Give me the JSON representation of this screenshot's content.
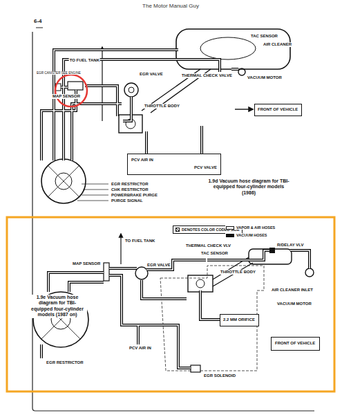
{
  "diagram": {
    "title": "The Motor Manual Guy",
    "nodes": [
      {
        "text": [
          "FRONT OF VEHICLE"
        ]
      },
      {
        "text": [
          "PCV AIR IN",
          "PCV VALVE"
        ]
      },
      {
        "text": [
          "2.2 MM ORIFICE"
        ]
      },
      {
        "text": [
          "FRONT OF VEHICLE"
        ]
      }
    ],
    "labels": [
      "6-4",
      "TO FUEL TANK",
      "EGR CANISTER SEE ENGINE",
      "MAP SENSOR",
      "EGR VALVE",
      "TAC SENSOR",
      "AIR CLEANER",
      "THERMAL CHECK VALVE",
      "VACUUM MOTOR",
      "THROTTLE BODY",
      "EGR RESTRICTOR",
      "CHK RESTRICTOR",
      "POWERBRAKE PURGE",
      "PURGE SIGNAL",
      "1.9d Vacuum hose diagram for TBI-equipped four-cylinder models (1986)",
      "TO FUEL TANK",
      "THERMAL CHECK VLV",
      "R/DELAY VLV",
      "TAC SENSOR",
      "MAP SENSOR",
      "EGR VALVE",
      "THROTTLE BODY",
      "AIR CLEANER INLET",
      "VACUUM MOTOR",
      "1.9e Vacuum hose diagram for TBI-equipped four-cylinder models (1987 on)",
      "PCV AIR IN",
      "EGR SOLENOID",
      "EGR RESTRICTOR"
    ],
    "legend": [
      {
        "text": "DENOTES COLOR CODED SIDE"
      },
      {
        "text": "VAPOR & AIR HOSES"
      },
      {
        "text": "VACUUM HOSES"
      }
    ]
  }
}
